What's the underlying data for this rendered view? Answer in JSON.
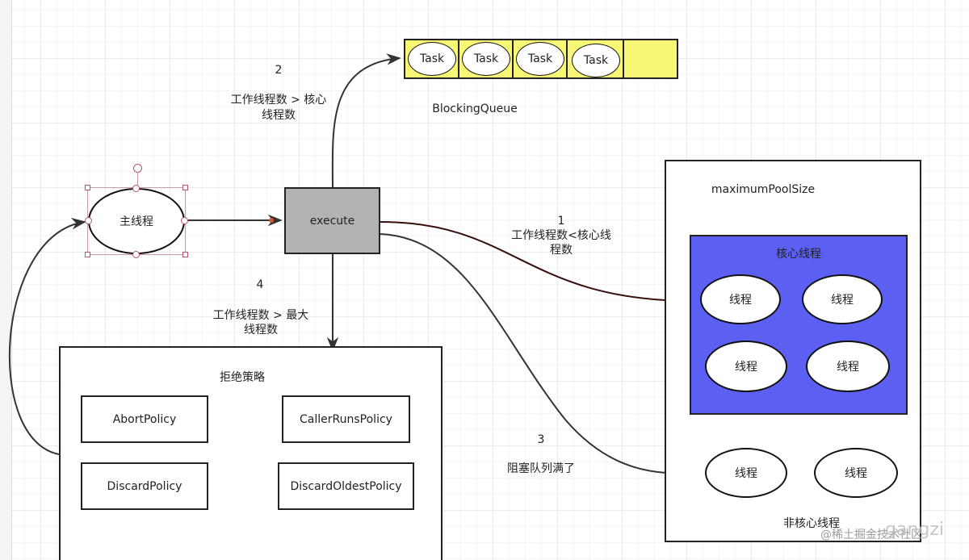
{
  "main_thread": {
    "label": "主线程"
  },
  "execute": {
    "label": "execute"
  },
  "queue": {
    "tasks": [
      "Task",
      "Task",
      "Task",
      "Task"
    ],
    "name": "BlockingQueue"
  },
  "edges": {
    "e1": {
      "num": "1",
      "line1": "工作线程数<核心线",
      "line2": "程数"
    },
    "e2": {
      "num": "2",
      "line1": "工作线程数 > 核心",
      "line2": "线程数"
    },
    "e3": {
      "num": "3",
      "line1": "阻塞队列满了"
    },
    "e4": {
      "num": "4",
      "line1": "工作线程数 > 最大",
      "line2": "线程数"
    }
  },
  "pool": {
    "title": "maximumPoolSize",
    "core_title": "核心线程",
    "core_threads": [
      "线程",
      "线程",
      "线程",
      "线程"
    ],
    "non_core_threads": [
      "线程",
      "线程"
    ],
    "non_core_label": "非核心线程"
  },
  "reject": {
    "title": "拒绝策略",
    "policies": [
      "AbortPolicy",
      "CallerRunsPolicy",
      "DiscardPolicy",
      "DiscardOldestPolicy"
    ]
  },
  "watermark": "@稀土掘金技术社区",
  "watermark_overlay": "gangzi",
  "colors": {
    "queue_fill": "#f8f776",
    "core_fill": "#5b5ff2",
    "execute_fill": "#b3b3b3"
  }
}
